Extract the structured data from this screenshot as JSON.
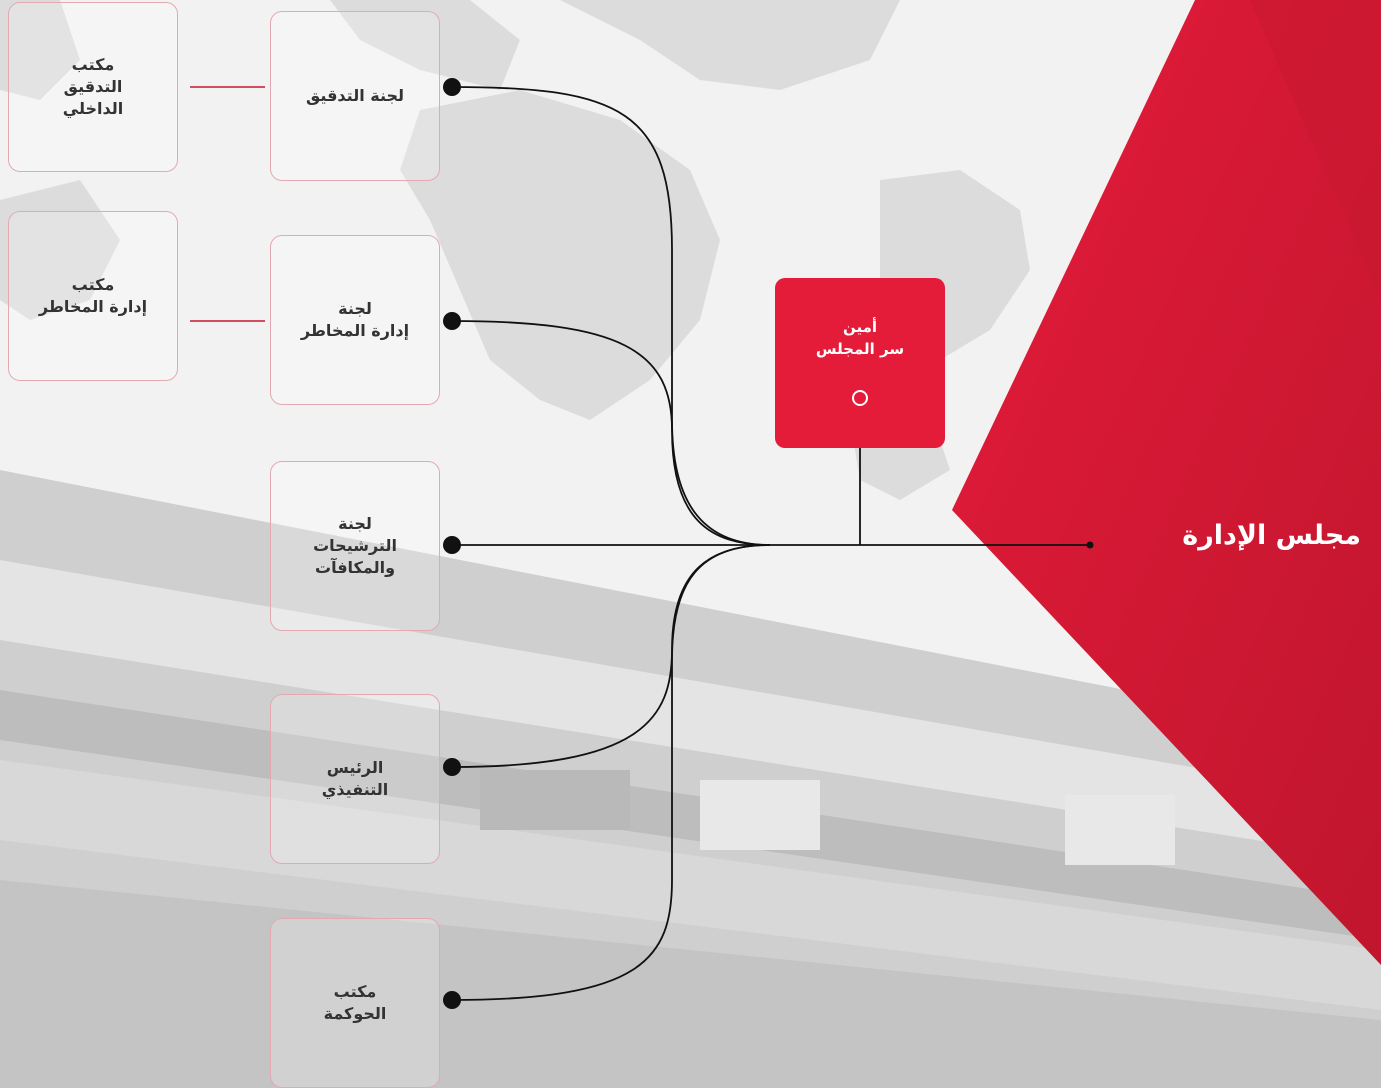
{
  "board": {
    "title": "مجلس الإدارة"
  },
  "secretary": {
    "line1": "أمين",
    "line2": "سر المجلس"
  },
  "committees": [
    {
      "name": "audit-committee",
      "lines": [
        "لجنة التدقيق"
      ]
    },
    {
      "name": "risk-committee",
      "lines": [
        "لجنة",
        "إدارة المخاطر"
      ]
    },
    {
      "name": "nominations-committee",
      "lines": [
        "لجنة",
        "الترشيحات",
        "والمكافآت"
      ]
    },
    {
      "name": "ceo",
      "lines": [
        "الرئيس",
        "التنفيذي"
      ]
    },
    {
      "name": "governance-office",
      "lines": [
        "مكتب",
        "الحوكمة"
      ]
    }
  ],
  "offices": [
    {
      "name": "internal-audit-office",
      "lines": [
        "مكتب",
        "التدقيق",
        "الداخلي"
      ]
    },
    {
      "name": "risk-management-office",
      "lines": [
        "مكتب",
        "إدارة المخاطر"
      ]
    }
  ],
  "colors": {
    "accent": "#e41b39",
    "accent_dark": "#c8182f",
    "connector": "#111111",
    "box_border": "#e3a9b2"
  }
}
